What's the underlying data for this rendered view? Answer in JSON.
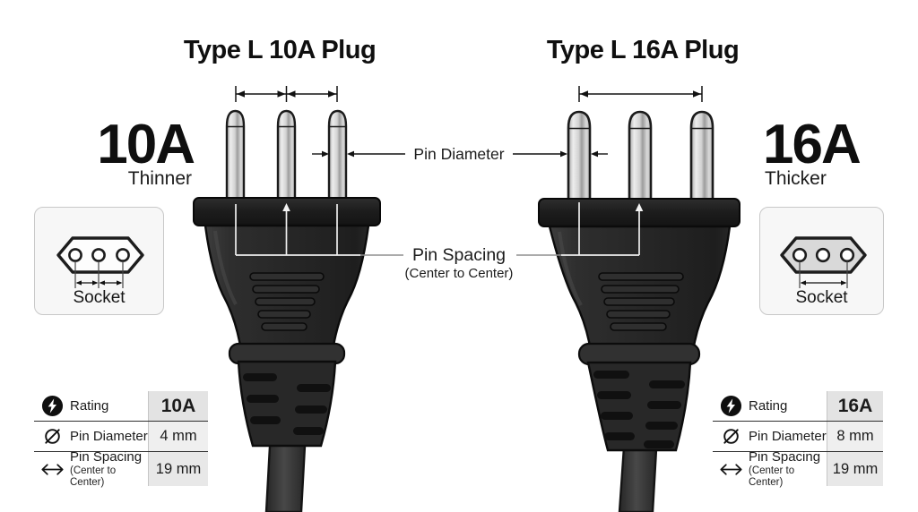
{
  "titles": {
    "left": "Type L 10A Plug",
    "right": "Type L 16A Plug"
  },
  "left_panel": {
    "amp": "10A",
    "note": "Thinner",
    "socket_label": "Socket"
  },
  "right_panel": {
    "amp": "16A",
    "note": "Thicker",
    "socket_label": "Socket"
  },
  "callouts": {
    "pin_diameter": "Pin Diameter",
    "pin_spacing": "Pin Spacing",
    "pin_spacing_sub": "(Center to Center)"
  },
  "spec_tables": {
    "left": {
      "rows": [
        {
          "icon": "lightning-bolt-icon",
          "label": "Rating",
          "value": "10A"
        },
        {
          "icon": "diameter-symbol-icon",
          "label": "Pin Diameter",
          "value": "4 mm"
        },
        {
          "icon": "double-arrow-icon",
          "label": "Pin Spacing",
          "sublabel": "(Center to Center)",
          "value": "19 mm"
        }
      ]
    },
    "right": {
      "rows": [
        {
          "icon": "lightning-bolt-icon",
          "label": "Rating",
          "value": "16A"
        },
        {
          "icon": "diameter-symbol-icon",
          "label": "Pin Diameter",
          "value": "8 mm"
        },
        {
          "icon": "double-arrow-icon",
          "label": "Pin Spacing",
          "sublabel": "(Center to Center)",
          "value": "19 mm"
        }
      ]
    }
  },
  "colors": {
    "plug_body": "#262626",
    "pin_fill": "#d6d6d6",
    "card_bg": "#f7f7f7",
    "value_cell_bg": "#e7e7e7",
    "text": "#111111"
  }
}
